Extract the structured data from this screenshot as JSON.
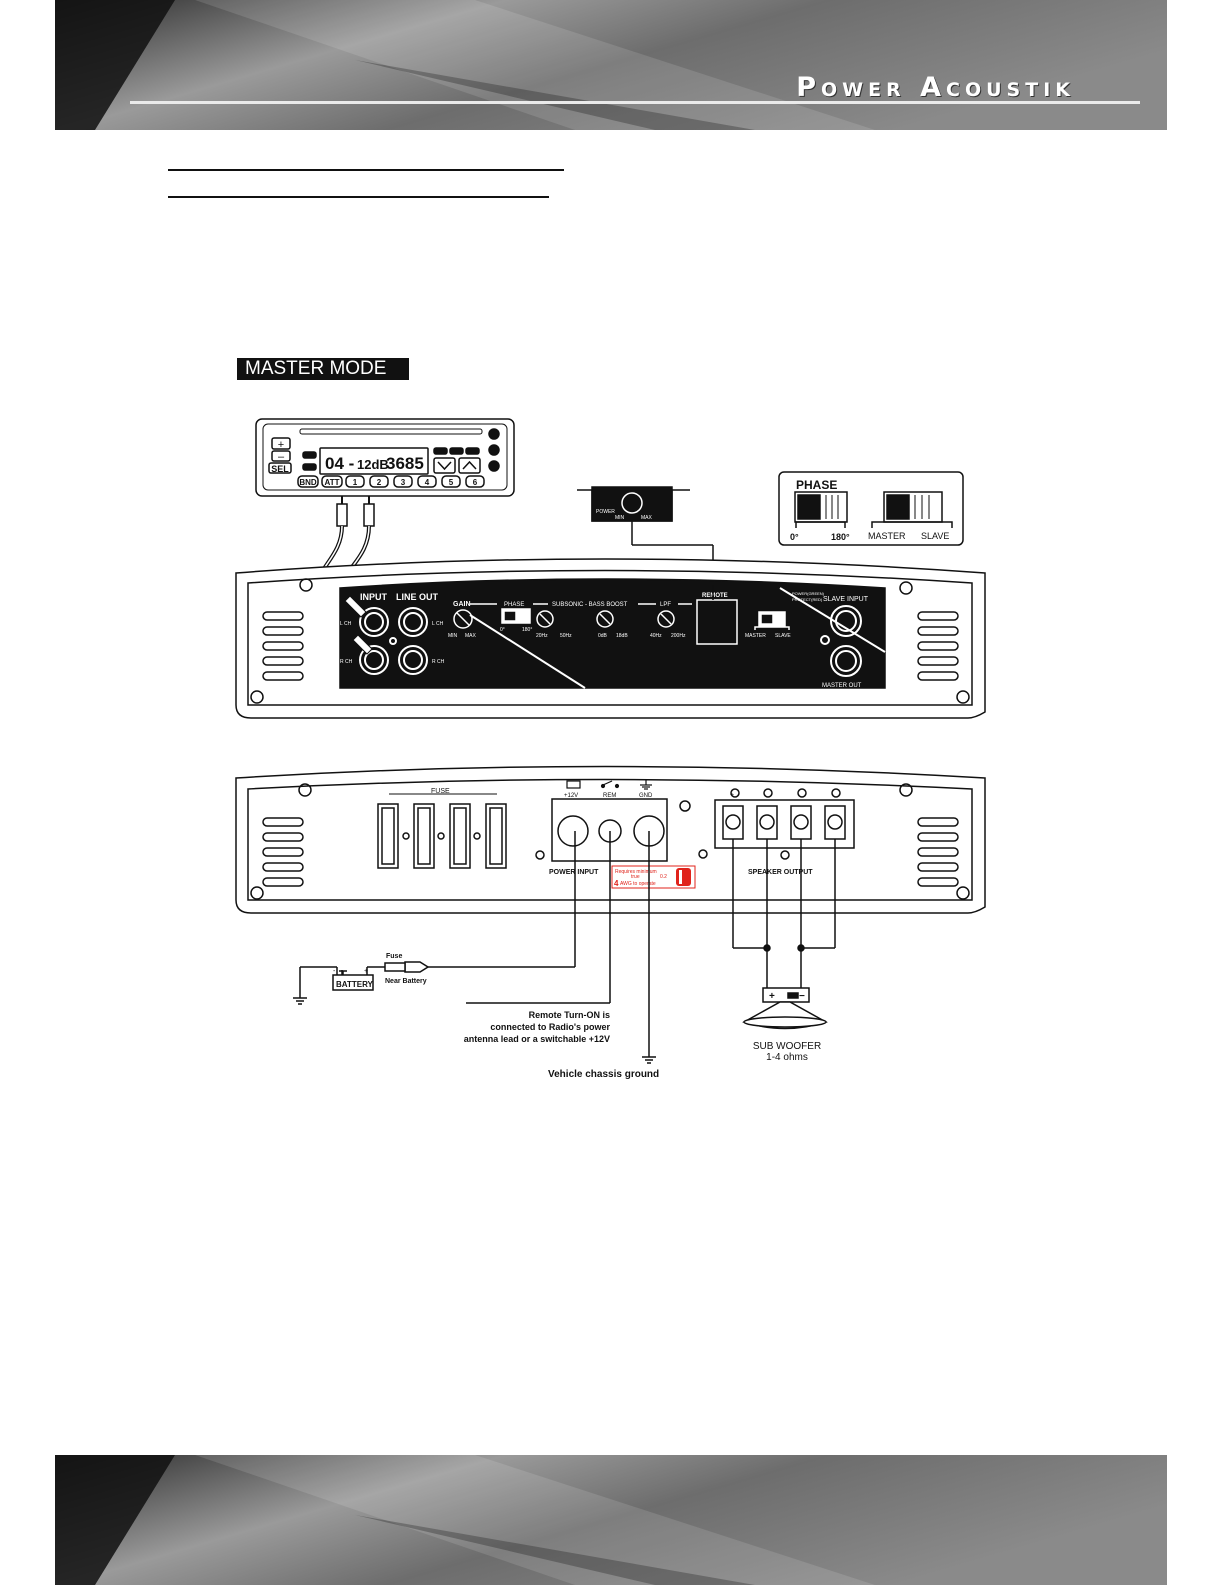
{
  "header": {
    "brand": "Power Acoustik"
  },
  "section": {
    "mode_label": "MASTER MODE"
  },
  "head_unit": {
    "display": {
      "track": "04 -",
      "att": "12dB",
      "freq": "3685"
    },
    "buttons": {
      "plus": "+",
      "minus": "–",
      "sel": "SEL",
      "bnd": "BND",
      "att": "ATT",
      "presets": [
        "1",
        "2",
        "3",
        "4",
        "5",
        "6"
      ]
    }
  },
  "remote_knob": {
    "power": "POWER",
    "min": "MIN",
    "max": "MAX"
  },
  "phase_inset": {
    "title": "PHASE",
    "phase_0": "0°",
    "phase_180": "180°",
    "master": "MASTER",
    "slave": "SLAVE"
  },
  "front_panel": {
    "input": "INPUT",
    "line_out": "LINE OUT",
    "l_ch": "L CH",
    "r_ch": "R CH",
    "gain": "GAIN",
    "min": "MIN",
    "max": "MAX",
    "phase": "PHASE",
    "phase_0": "0°",
    "phase_180": "180°",
    "subsonic_bass": "SUBSONIC - BASS BOOST",
    "hz20": "20Hz",
    "hz50": "50Hz",
    "db0": "0dB",
    "db18": "18dB",
    "lpf": "LPF",
    "hz40": "40Hz",
    "hz200": "200Hz",
    "remote": "REMOTE",
    "master": "MASTER",
    "slave": "SLAVE",
    "power_status": "POWER(GREEN)",
    "protect_status": "PROTECT(RED)",
    "slave_input": "SLAVE INPUT",
    "master_out": "MASTER OUT"
  },
  "rear_panel": {
    "fuse": "FUSE",
    "plus12v": "+12V",
    "rem": "REM",
    "gnd": "GND",
    "power_input": "POWER INPUT",
    "speaker_output": "SPEAKER OUTPUT",
    "wire_note": [
      "Requires minimum",
      "true",
      "0.2",
      "4",
      "AWG to operate"
    ]
  },
  "wiring": {
    "fuse": "Fuse",
    "near_battery": "Near Battery",
    "battery": "BATTERY",
    "battery_neg": "-",
    "battery_pos": "+",
    "remote_note": [
      "Remote Turn-ON is",
      "connected to Radio's power",
      "antenna lead or a switchable +12V"
    ],
    "chassis_ground": "Vehicle chassis ground",
    "sub_plus": "+",
    "sub_minus": "−",
    "sub_label": "SUB WOOFER",
    "sub_ohms": "1-4 ohms"
  },
  "colors": {
    "accent_red": "#e0231b",
    "ink": "#111111"
  }
}
